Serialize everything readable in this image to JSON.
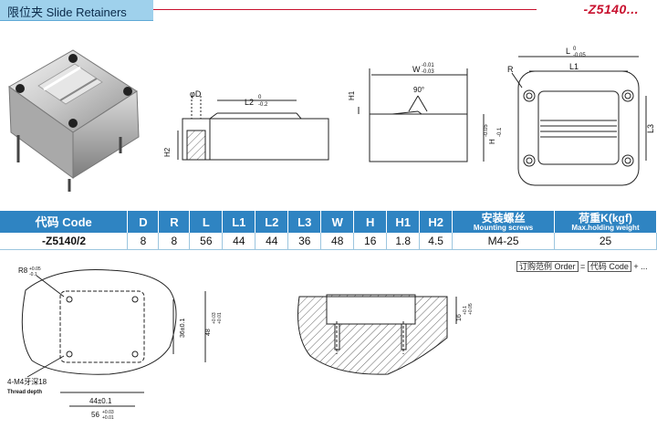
{
  "header": {
    "title": "限位夹 Slide Retainers",
    "code": "-Z5140..."
  },
  "colors": {
    "banner_blue": "#9fd1ec",
    "table_header_blue": "#2f84c2",
    "accent_red": "#c8102e",
    "hatch": "#333333"
  },
  "spec_table": {
    "headers": [
      {
        "key": "code",
        "label": "代码 Code"
      },
      {
        "key": "D",
        "label": "D"
      },
      {
        "key": "R",
        "label": "R"
      },
      {
        "key": "L",
        "label": "L"
      },
      {
        "key": "L1",
        "label": "L1"
      },
      {
        "key": "L2",
        "label": "L2"
      },
      {
        "key": "L3",
        "label": "L3"
      },
      {
        "key": "W",
        "label": "W"
      },
      {
        "key": "H",
        "label": "H"
      },
      {
        "key": "H1",
        "label": "H1"
      },
      {
        "key": "H2",
        "label": "H2"
      },
      {
        "key": "screws",
        "label": "安装螺丝",
        "sub": "Mounting screws"
      },
      {
        "key": "load",
        "label": "荷重K(kgf)",
        "sub": "Max.holding weight"
      }
    ],
    "row": {
      "code": "-Z5140/2",
      "D": "8",
      "R": "8",
      "L": "56",
      "L1": "44",
      "L2": "44",
      "L3": "36",
      "W": "48",
      "H": "16",
      "H1": "1.8",
      "H2": "4.5",
      "screws": "M4-25",
      "load": "25"
    }
  },
  "order_example": {
    "label": "订购范例 Order",
    "eq": "=",
    "code_label": "代码 Code",
    "plus": "+ ..."
  },
  "drawings": {
    "side": {
      "d_label": "φD",
      "l2_label": "L2",
      "l2_tol_upper": "0",
      "l2_tol_lower": "-0.2",
      "h2_label": "H2"
    },
    "front": {
      "w_label": "W",
      "w_tol_upper": "-0.01",
      "w_tol_lower": "-0.03",
      "angle_label": "90°",
      "h1_label": "H1",
      "h_label": "H",
      "h_tol_upper": "-0.05",
      "h_tol_lower": "-0.1"
    },
    "top": {
      "l_label": "L",
      "l_tol_upper": "0",
      "l_tol_lower": "-0.05",
      "l1_label": "L1",
      "r_label": "R",
      "l3_label": "L3"
    },
    "pocket": {
      "r_label": "R8",
      "r_tol_upper": "+0.05",
      "r_tol_lower": "-0.1",
      "dim_44": "44±0.1",
      "dim_56": "56",
      "dim_56_tol_upper": "+0.03",
      "dim_56_tol_lower": "+0.01",
      "dim_36": "36±0.1",
      "dim_48": "48",
      "dim_48_tol_upper": "+0.03",
      "dim_48_tol_lower": "+0.01",
      "thread_label": "4-M4牙深18",
      "thread_sub": "Thread depth"
    },
    "section": {
      "depth_label": "16",
      "depth_tol_upper": "+0.1",
      "depth_tol_lower": "+0.05"
    }
  }
}
